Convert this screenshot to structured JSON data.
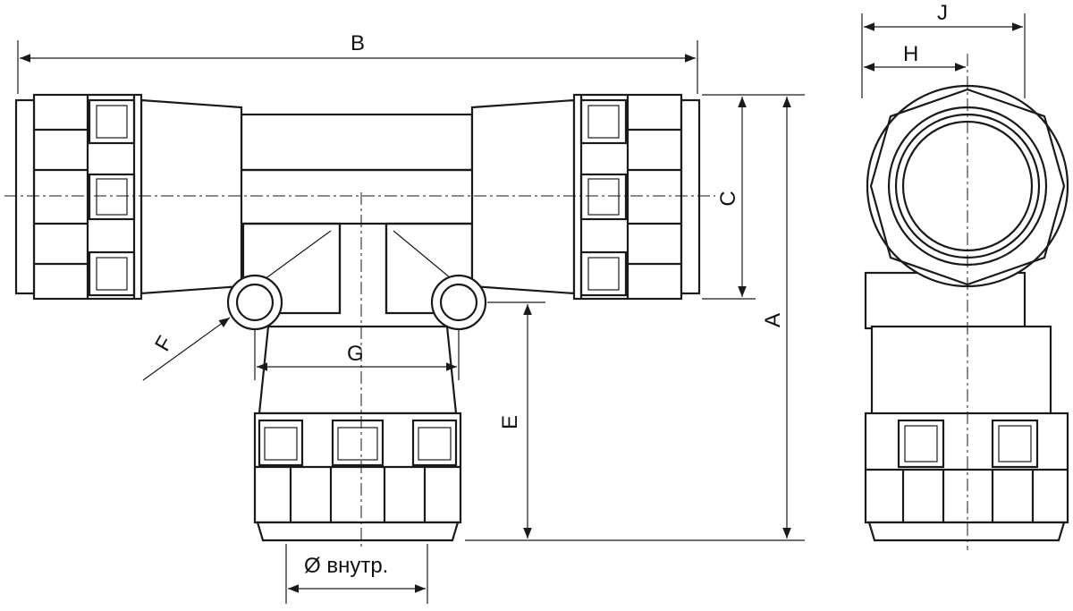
{
  "labels": {
    "A": "A",
    "B": "B",
    "C": "C",
    "E": "E",
    "F": "F",
    "G": "G",
    "H": "H",
    "J": "J",
    "diameter": "Ø внутр."
  }
}
